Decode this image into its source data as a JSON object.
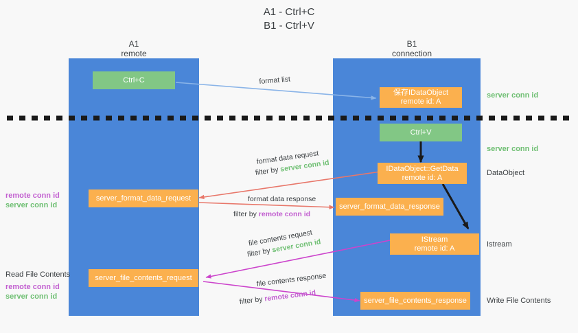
{
  "title": {
    "line1": "A1 - Ctrl+C",
    "line2": "B1 - Ctrl+V"
  },
  "colors": {
    "lane": "#4a86d8",
    "green_node": "#82c785",
    "orange_node": "#fbb04e",
    "server_conn_id": "#6fbf73",
    "remote_conn_id": "#c25fd0",
    "arrow_blue": "#8ab4e8",
    "arrow_red": "#e8776a",
    "arrow_magenta": "#cc44cc",
    "arrow_black": "#1a1a1a",
    "background": "#f8f8f8"
  },
  "columns": [
    {
      "name": "A1",
      "role": "remote"
    },
    {
      "name": "B1",
      "role": "connection"
    }
  ],
  "nodes": {
    "ctrl_c": "Ctrl+C",
    "save_idataobject_l1": "保存IDataObject",
    "save_idataobject_l2": "remote id: A",
    "ctrl_v": "Ctrl+V",
    "getdata_l1": "IDataObject::GetData",
    "getdata_l2": "remote id: A",
    "format_data_request": "server_format_data_request",
    "format_data_response": "server_format_data_response",
    "istream_l1": "IStream",
    "istream_l2": "remote id: A",
    "file_contents_request": "server_file_contents_request",
    "file_contents_response": "server_file_contents_response"
  },
  "edge_labels": {
    "format_list": "format list",
    "format_data_request": "format data request",
    "format_data_request_filter_pre": "filter by ",
    "format_data_request_filter_key": "server conn id",
    "format_data_response": "format data response",
    "format_data_response_filter_pre": "filter by ",
    "format_data_response_filter_key": "remote conn id",
    "file_contents_request": "file contents request",
    "file_contents_request_filter_pre": "filter by ",
    "file_contents_request_filter_key": "server conn id",
    "file_contents_response": "file contents response",
    "file_contents_response_filter_pre": "filter by ",
    "file_contents_response_filter_key": "remote conn id"
  },
  "side_labels": {
    "left_mid_remote": "remote conn id",
    "left_mid_server": "server conn id",
    "left_read_file_contents": "Read File Contents",
    "left_low_remote": "remote conn id",
    "left_low_server": "server conn id",
    "right_server_top": "server conn id",
    "right_server_mid": "server conn id",
    "right_dataobject": "DataObject",
    "right_istream": "Istream",
    "right_write_file_contents": "Write File Contents"
  }
}
